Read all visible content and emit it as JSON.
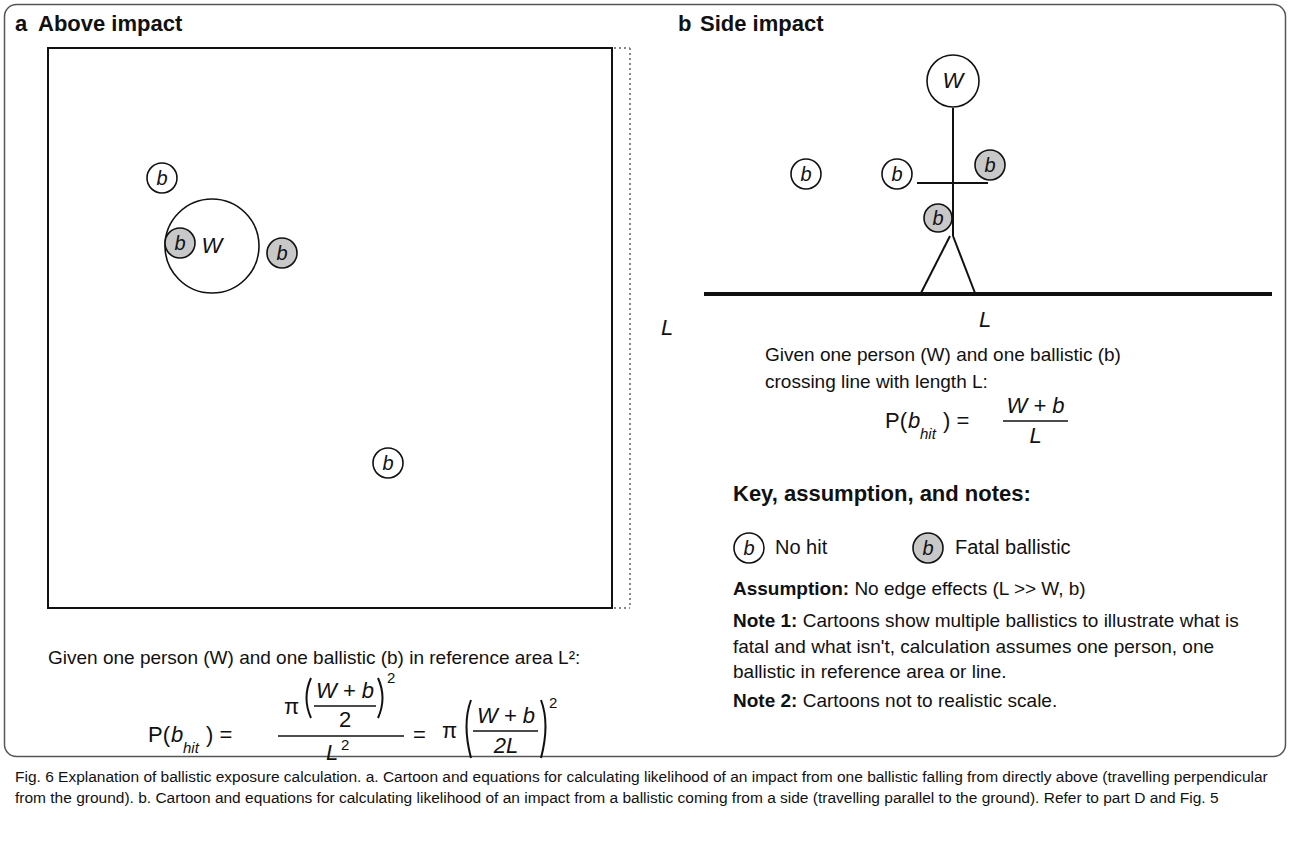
{
  "diagram": {
    "caption": "Fig. 6 Explanation of ballistic exposure calculation. a. Cartoon and equations for calculating likelihood of an impact from one ballistic falling from directly above (travelling perpendicular from the ground). b. Cartoon and equations for calculating likelihood of an impact from a ballistic coming from a side (travelling parallel to the ground). Refer to part D and Fig. 5",
    "nodes": [
      {
        "text": [
          "b"
        ]
      },
      {
        "text": [
          "W"
        ]
      },
      {
        "text": [
          "b"
        ],
        "in": 1
      },
      {
        "text": [
          "b"
        ]
      },
      {
        "text": [
          "b"
        ]
      },
      {
        "text": [
          "W"
        ]
      },
      {
        "text": [
          "b"
        ]
      },
      {
        "text": [
          "b"
        ]
      },
      {
        "text": [
          "b"
        ]
      },
      {
        "text": [
          "b"
        ]
      }
    ],
    "labels": [
      "a",
      "Above impact",
      "L",
      "Given one person (W) and one ballistic (b) in reference area L²:",
      "P(",
      "b",
      "hit",
      ") =",
      "π",
      "W + b",
      "2",
      "2",
      "L",
      "2",
      "=",
      "π",
      "W + b",
      "2L",
      "2",
      "b",
      "Side impact",
      "L",
      "Given one person (W) and one ballistic (b) crossing line with length L:",
      "P(",
      "b",
      "hit",
      ") =",
      "W + b",
      "L",
      "Key, assumption, and notes:",
      "b",
      "b",
      "Assumption:",
      "No edge effects (L >> W, b)",
      "Note 1:",
      "Cartoons show multiple ballistics to illustrate what is fatal and what isn't, calculation assumes one person, one ballistic in reference area or line.",
      "Note 2:",
      "Cartoons not to realistic scale."
    ],
    "legend": [
      {
        "text": "No hit",
        "color": "#ffffff"
      },
      {
        "text": "Fatal ballistic",
        "color": "#c8c8c8"
      }
    ]
  }
}
